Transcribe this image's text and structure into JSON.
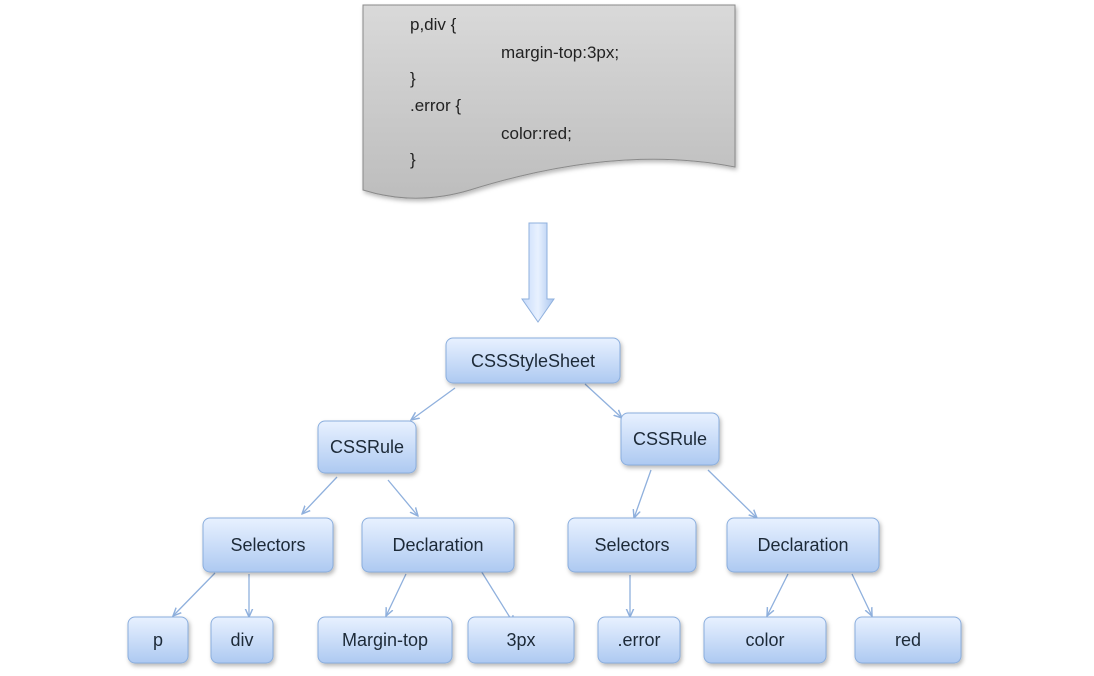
{
  "document": {
    "lines": [
      "p,div {",
      "margin-top:3px;",
      "}",
      ".error {",
      "color:red;",
      "}"
    ]
  },
  "tree": {
    "root": "CSSStyleSheet",
    "rule_1": "CSSRule",
    "rule_2": "CSSRule",
    "rule_1_selectors": "Selectors",
    "rule_1_declaration": "Declaration",
    "rule_2_selectors": "Selectors",
    "rule_2_declaration": "Declaration",
    "selector_p": "p",
    "selector_div": "div",
    "property_margin_top": "Margin-top",
    "value_3px": "3px",
    "selector_error": ".error",
    "property_color": "color",
    "value_red": "red"
  },
  "colors": {
    "node_fill_top": "#e6f0ff",
    "node_fill_bottom": "#aecaf2",
    "node_stroke": "#8aaede",
    "document_fill": "#cfcfcf",
    "arrow_stroke": "#8fb0dd"
  }
}
